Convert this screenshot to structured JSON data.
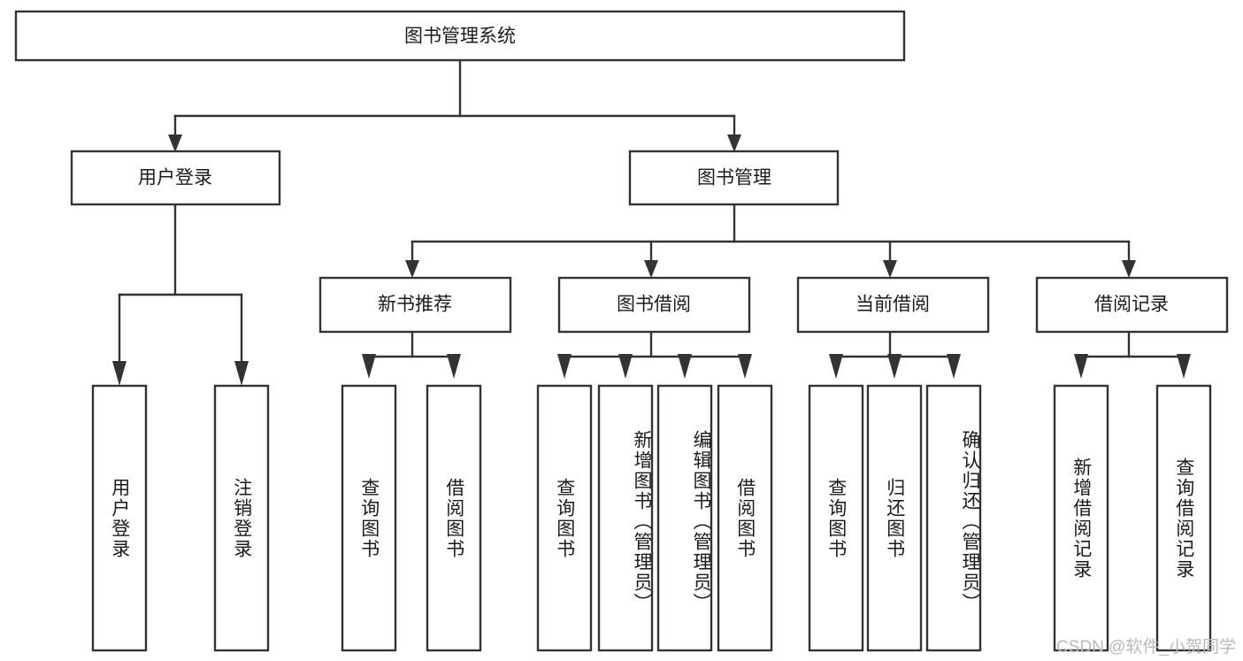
{
  "diagram": {
    "title": "图书管理系统",
    "type": "tree",
    "colors": {
      "box_fill": "#ffffff",
      "box_stroke": "#333333",
      "text": "#1b1b1b",
      "background": "#ffffff",
      "watermark": "#b9b9b9"
    },
    "root": {
      "label": "图书管理系统"
    },
    "level2": [
      {
        "label": "用户登录"
      },
      {
        "label": "图书管理"
      }
    ],
    "level3": [
      {
        "label": "新书推荐"
      },
      {
        "label": "图书借阅"
      },
      {
        "label": "当前借阅"
      },
      {
        "label": "借阅记录"
      }
    ],
    "leaves": {
      "user_login": [
        {
          "label": "用户登录"
        },
        {
          "label": "注销登录"
        }
      ],
      "new_book_recommend": [
        {
          "label": "查询图书"
        },
        {
          "label": "借阅图书"
        }
      ],
      "book_borrow": [
        {
          "label": "查询图书"
        },
        {
          "label": "新增图书（管理员）"
        },
        {
          "label": "编辑图书（管理员）"
        },
        {
          "label": "借阅图书"
        }
      ],
      "current_borrow": [
        {
          "label": "查询图书"
        },
        {
          "label": "归还图书"
        },
        {
          "label": "确认归还（管理员）"
        }
      ],
      "borrow_record": [
        {
          "label": "新增借阅记录"
        },
        {
          "label": "查询借阅记录"
        }
      ]
    },
    "watermark": "CSDN @软件_小贺同学"
  }
}
